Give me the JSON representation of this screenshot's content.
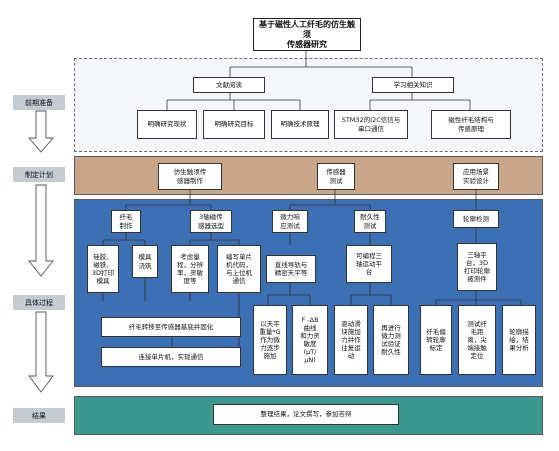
{
  "title": "基于磁性人工纤毛的仿生触须\n传感器研究",
  "stages": {
    "s1": "前期准备",
    "s2": "制定计划",
    "s3": "具体过程",
    "s4": "结果"
  },
  "prep": {
    "lit": "文献阅读",
    "learn": "学习相关知识",
    "status": "明确研究现状",
    "goal": "明确研究目标",
    "principle": "明确技术原理",
    "stm32": "STM32的I2C信信与\n串口通信",
    "magnet": "磁性纤毛结构与\n传感原理"
  },
  "plan": {
    "fab": "仿生触须传\n感器制作",
    "test": "传感器\n测试",
    "app": "应用场景\n实验设计"
  },
  "process": {
    "cilia": "纤毛\n制作",
    "sensor": "3轴磁传\n感器选型",
    "micro": "微力响\n应测试",
    "durable": "耐久性\n测试",
    "contour": "轮廓检测",
    "silicone": "硅胶、\n磁铁、\n3D打印\n模具",
    "mold": "模具\n浇筑",
    "consider": "考虑量\n程，分辨\n率，灵敏\n度等",
    "code": "编写单片\n机代码，\n与上位机\n通信",
    "rail": "直线导轨与\n精密天平等",
    "prog3": "可编程三\n轴运动平\n台",
    "platform3": "三轴平\n台，3D\n打印轮廓\n被测件",
    "transfer": "纤毛转移至传感器基底并固化",
    "connect": "连接单片机，实现通信",
    "balance": "以天平\n重量*G\n作为微\n力逐步\n施加",
    "fdb": "F -ΔB\n曲线\n和力灵\n敏度\n(μT/\nμN)",
    "drive": "驱动滑\n块施加\n力并作\n往复运\n动",
    "retest": "再进行\n微力测\n试验证\n耐久性",
    "tipcal": "纤毛偏\n转轮廓\n标定",
    "tipdist": "测试纤\n毛距\n离，尖\n端接触\n定位",
    "contourdraw": "轮廓描\n绘，结\n果分析"
  },
  "result": {
    "summary": "整理结果，论文撰写，参加答辩"
  },
  "colors": {
    "prep_band": "#f4f6f9",
    "plan_band": "#c8a68c",
    "process_band": "#3d6fb4",
    "result_band": "#3c978e",
    "stage_box": "#c5cbd3"
  }
}
